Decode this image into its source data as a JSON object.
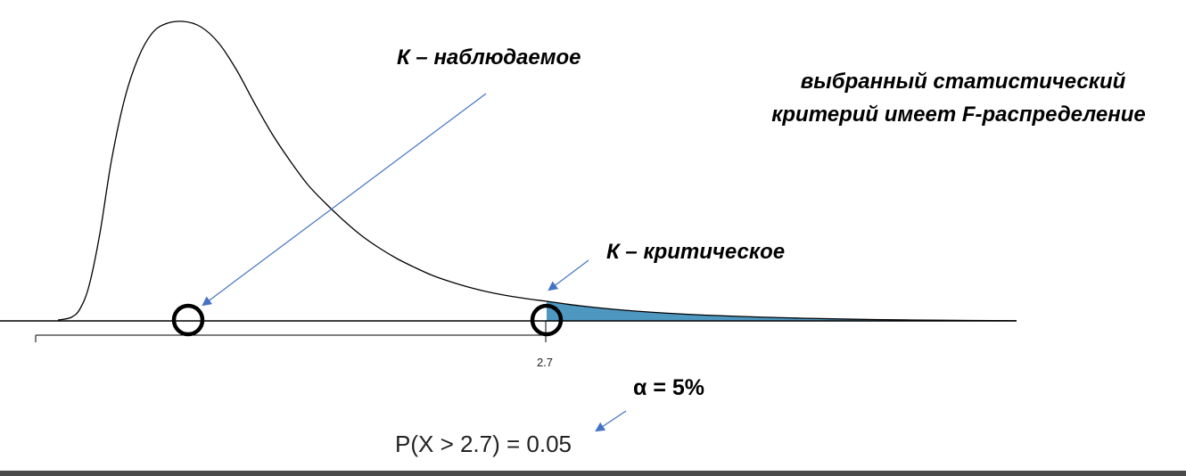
{
  "labels": {
    "observed": "К – наблюдаемое",
    "critical": "К – критическое",
    "description_line1": "выбранный статистический",
    "description_line2": "критерий имеет F-распределение",
    "alpha": "α = 5%",
    "probability": "P(X > 2.7) = 0.05",
    "tick_value": "2.7"
  },
  "colors": {
    "tail_fill": "#4d97c0",
    "arrow": "#4472c4",
    "curve": "#000000"
  },
  "distribution": {
    "type": "F",
    "critical_value": 2.7,
    "alpha": 0.05
  }
}
